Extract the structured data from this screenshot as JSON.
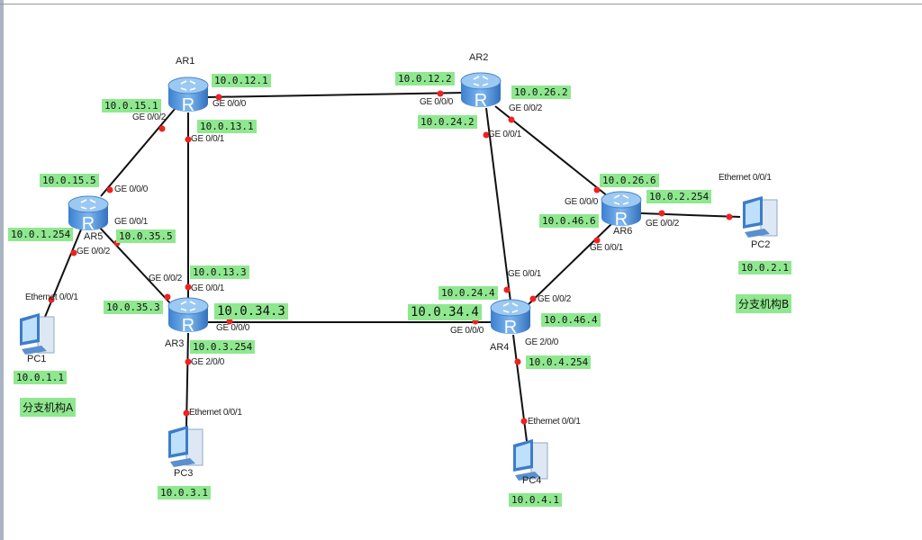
{
  "devices": [
    {
      "id": "AR1",
      "type": "router"
    },
    {
      "id": "AR2",
      "type": "router"
    },
    {
      "id": "AR3",
      "type": "router"
    },
    {
      "id": "AR4",
      "type": "router"
    },
    {
      "id": "AR5",
      "type": "router"
    },
    {
      "id": "AR6",
      "type": "router"
    },
    {
      "id": "PC1",
      "type": "pc"
    },
    {
      "id": "PC2",
      "type": "pc"
    },
    {
      "id": "PC3",
      "type": "pc"
    },
    {
      "id": "PC4",
      "type": "pc"
    }
  ],
  "router_glyph": "R",
  "ip_labels": [
    "10.0.12.1",
    "10.0.15.1",
    "10.0.13.1",
    "10.0.15.5",
    "10.0.1.254",
    "10.0.35.5",
    "10.0.13.3",
    "10.0.35.3",
    "10.0.34.3",
    "10.0.3.254",
    "10.0.3.1",
    "10.0.1.1",
    "10.0.12.2",
    "10.0.26.2",
    "10.0.24.2",
    "10.0.26.6",
    "10.0.2.254",
    "10.0.46.6",
    "10.0.2.1",
    "10.0.24.4",
    "10.0.34.4",
    "10.0.46.4",
    "10.0.4.254",
    "10.0.4.1"
  ],
  "site_labels": [
    "分支机构A",
    "分支机构B"
  ],
  "port_labels": [
    "GE 0/0/0",
    "GE 0/0/2",
    "GE 0/0/1",
    "GE 0/0/0",
    "GE 0/0/1",
    "GE 0/0/2",
    "Ethernet 0/0/1",
    "GE 0/0/2",
    "GE 0/0/1",
    "GE 0/0/0",
    "GE 2/0/0",
    "Ethernet 0/0/1",
    "GE 0/0/0",
    "GE 0/0/2",
    "GE 0/0/1",
    "GE 0/0/0",
    "GE 0/0/2",
    "GE 0/0/1",
    "Ethernet 0/0/1",
    "GE 0/0/1",
    "GE 0/0/2",
    "GE 0/0/0",
    "GE 2/0/0",
    "Ethernet 0/0/1"
  ],
  "colors": {
    "label_bg": "#8fe88f",
    "link": "#111111",
    "port_dot": "#ee2222",
    "router": "#4a90d9"
  }
}
